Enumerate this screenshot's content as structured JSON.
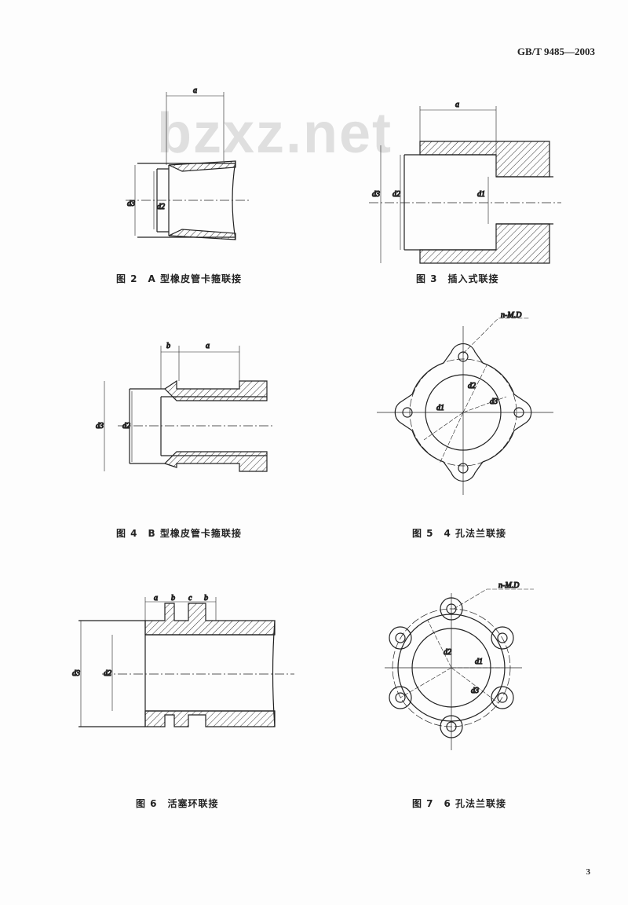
{
  "header": {
    "standard": "GB/T 9485—2003"
  },
  "watermark": "bzxz.net",
  "figures": [
    {
      "caption": "图 2　A 型橡皮管卡箍联接",
      "labels": {
        "a": "a",
        "d3": "d3",
        "d2": "d2"
      }
    },
    {
      "caption": "图 3　插入式联接",
      "labels": {
        "a": "a",
        "d3": "d3",
        "d2": "d2",
        "d1": "d1"
      }
    },
    {
      "caption": "图 4　B 型橡皮管卡箍联接",
      "labels": {
        "b": "b",
        "a": "a",
        "d3": "d3",
        "d2": "d2"
      }
    },
    {
      "caption": "图 5　4 孔法兰联接",
      "labels": {
        "holes": "n-M.D",
        "d1": "d1",
        "d2": "d2",
        "d3": "d3"
      }
    },
    {
      "caption": "图 6　活塞环联接",
      "labels": {
        "a": "a",
        "b": "b",
        "c": "c",
        "b2": "b",
        "d3": "d3",
        "d2": "d2"
      }
    },
    {
      "caption": "图 7　6 孔法兰联接",
      "labels": {
        "holes": "n-M.D",
        "d2": "d2",
        "d1": "d1",
        "d3": "d3"
      }
    }
  ],
  "page_number": "3"
}
